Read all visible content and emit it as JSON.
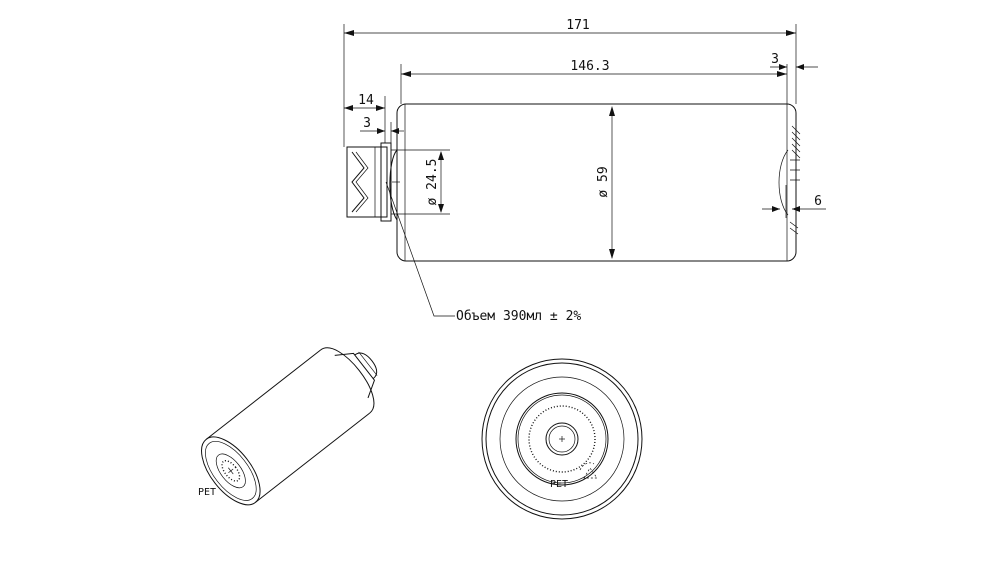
{
  "dimensions": {
    "overall_length": "171",
    "body_length": "146.3",
    "bottom_offset": "3",
    "neck_length": "14",
    "neck_ring": "3",
    "neck_diameter": "ø 24.5",
    "body_diameter": "ø 59",
    "bottom_recess": "6"
  },
  "notes": {
    "volume": "Объем 390мл ± 2%"
  },
  "labels": {
    "material": "PET"
  }
}
